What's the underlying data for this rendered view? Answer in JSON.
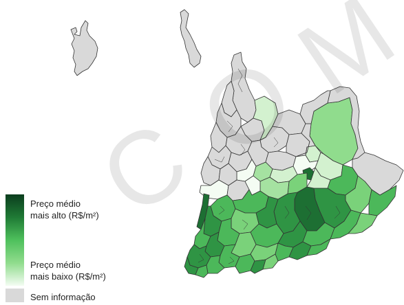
{
  "legend": {
    "high_line1": "Preço médio",
    "high_line2": "mais alto (R$/m²)",
    "low_line1": "Preço médio",
    "low_line2": "mais baixo (R$/m²)",
    "no_data": "Sem informação"
  },
  "watermark": {
    "letters": [
      "C",
      "O",
      "M"
    ]
  },
  "colors": {
    "no_data": "#d9d9d9",
    "scale": [
      "#f4fcf3",
      "#d3f1cf",
      "#a5e2a1",
      "#7ad27a",
      "#4cb85a",
      "#2f9444",
      "#1d6f33",
      "#0b3d1e"
    ],
    "border": "#333333"
  }
}
